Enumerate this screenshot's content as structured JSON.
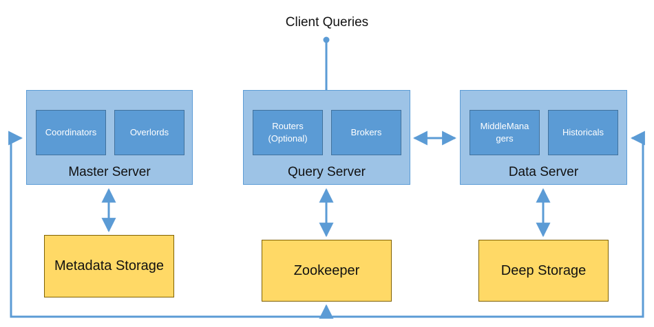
{
  "client_queries": "Client Queries",
  "servers": {
    "master": {
      "title": "Master Server",
      "components": [
        "Coordinators",
        "Overlords"
      ]
    },
    "query": {
      "title": "Query Server",
      "components": [
        "Routers\n(Optional)",
        "Brokers"
      ]
    },
    "data": {
      "title": "Data Server",
      "components": [
        "MiddleMana\ngers",
        "Historicals"
      ]
    }
  },
  "storage": {
    "metadata": "Metadata Storage",
    "zookeeper": "Zookeeper",
    "deep": "Deep Storage"
  },
  "colors": {
    "server_fill": "#9dc3e6",
    "component_fill": "#5b9bd5",
    "storage_fill": "#ffd966",
    "connector": "#5b9bd5"
  }
}
